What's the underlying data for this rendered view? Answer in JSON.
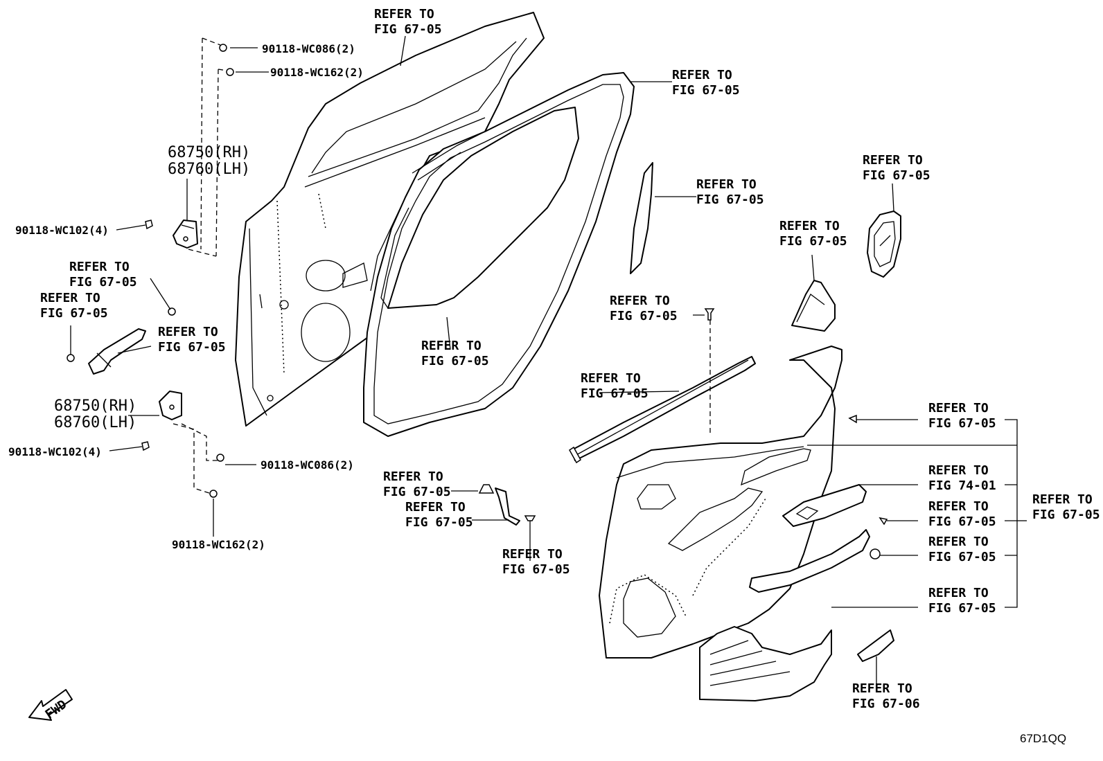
{
  "diagram": {
    "code": "67D1QQ",
    "fwd_label": "FWD",
    "callouts": {
      "c_refer_top": [
        "REFER TO",
        "FIG 67-05"
      ],
      "c_refer_weather": [
        "REFER TO",
        "FIG 67-05"
      ],
      "c_refer_glass_strip": [
        "REFER TO",
        "FIG 67-05"
      ],
      "c_refer_handle_bezel": [
        "REFER TO",
        "FIG 67-05"
      ],
      "c_refer_quarter": [
        "REFER TO",
        "FIG 67-05"
      ],
      "c_refer_bolt_a": [
        "REFER TO",
        "FIG 67-05"
      ],
      "c_refer_bolt_b": [
        "REFER TO",
        "FIG 67-05"
      ],
      "c_refer_check": [
        "REFER TO",
        "FIG 67-05"
      ],
      "c_refer_panel": [
        "REFER TO",
        "FIG 67-05"
      ],
      "c_refer_clip": [
        "REFER TO",
        "FIG 67-05"
      ],
      "c_refer_belt": [
        "REFER TO",
        "FIG 67-05"
      ],
      "c_refer_grommet": [
        "REFER TO",
        "FIG 67-05"
      ],
      "c_refer_bracket": [
        "REFER TO",
        "FIG 67-05"
      ],
      "c_refer_screw": [
        "REFER TO",
        "FIG 67-05"
      ],
      "c_refer_r1": [
        "REFER TO",
        "FIG 67-05"
      ],
      "c_refer_r2": [
        "REFER TO",
        "FIG 74-01"
      ],
      "c_refer_r3": [
        "REFER TO",
        "FIG 67-05"
      ],
      "c_refer_r4": [
        "REFER TO",
        "FIG 67-05"
      ],
      "c_refer_r5": [
        "REFER TO",
        "FIG 67-05"
      ],
      "c_refer_group": [
        "REFER TO",
        "FIG 67-05"
      ],
      "c_refer_bottom": [
        "REFER TO",
        "FIG 67-06"
      ]
    },
    "part_numbers": {
      "p_wc086_top": "90118-WC086(2)",
      "p_wc162_top": "90118-WC162(2)",
      "p_hinge_upper": [
        "68750(RH)",
        "68760(LH)"
      ],
      "p_wc102_upper": "90118-WC102(4)",
      "p_hinge_lower": [
        "68750(RH)",
        "68760(LH)"
      ],
      "p_wc102_lower": "90118-WC102(4)",
      "p_wc086_bot": "90118-WC086(2)",
      "p_wc162_bot": "90118-WC162(2)"
    }
  }
}
